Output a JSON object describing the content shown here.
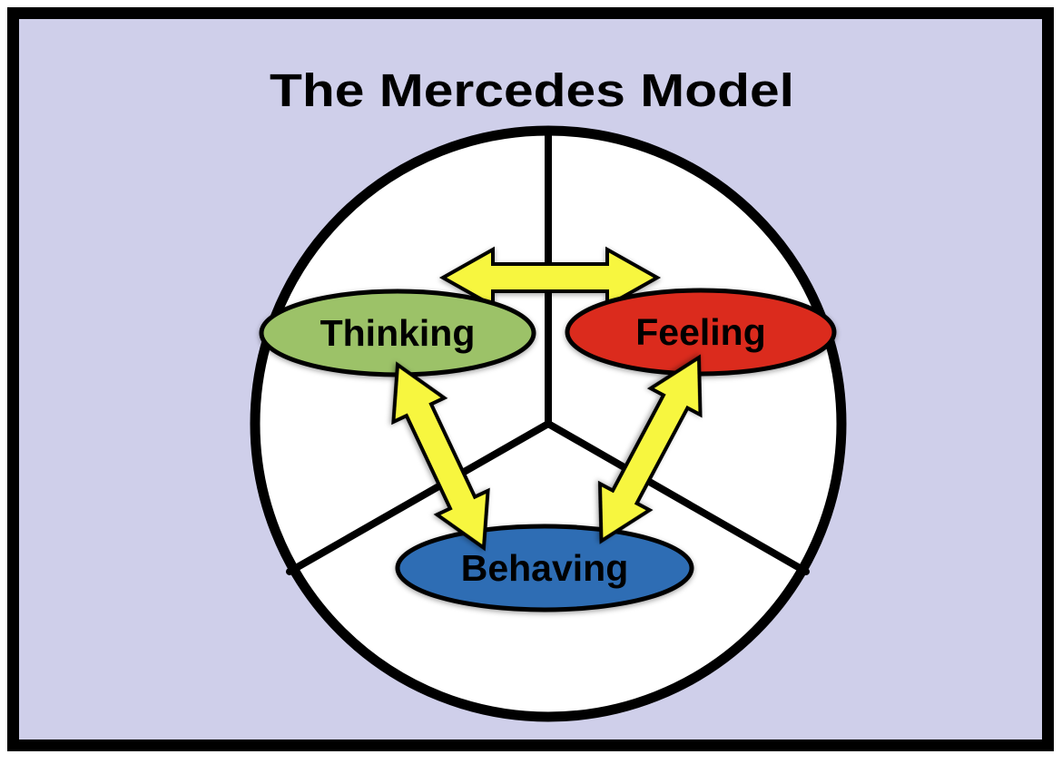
{
  "title": "The Mercedes Model",
  "diagram": {
    "nodes": [
      {
        "id": "thinking",
        "label": "Thinking",
        "color": "#9CC268"
      },
      {
        "id": "feeling",
        "label": "Feeling",
        "color": "#DB2B1D"
      },
      {
        "id": "behaving",
        "label": "Behaving",
        "color": "#2E6DB4"
      }
    ],
    "connectors": [
      {
        "from": "thinking",
        "to": "feeling",
        "type": "double-headed-arrow"
      },
      {
        "from": "thinking",
        "to": "behaving",
        "type": "double-headed-arrow"
      },
      {
        "from": "feeling",
        "to": "behaving",
        "type": "double-headed-arrow"
      }
    ],
    "arrow_color": "#F7F63F",
    "circle_fill": "#FFFFFF",
    "outline_color": "#000000"
  },
  "colors": {
    "page_background": "#FFFFFF",
    "canvas_background": "#CFCFEA",
    "frame_border": "#000000",
    "title_text": "#000000",
    "label_text": "#000000"
  }
}
